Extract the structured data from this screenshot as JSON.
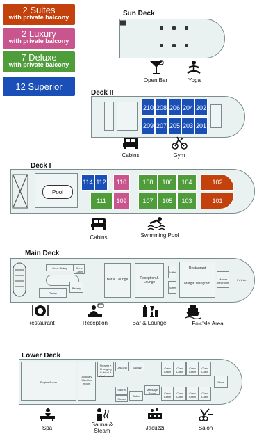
{
  "legend": [
    {
      "number": "2 Suites",
      "sub": "with private balcony",
      "color": "#c2410c"
    },
    {
      "number": "2 Luxury",
      "sub": "with private balcony",
      "color": "#c9558e"
    },
    {
      "number": "7 Deluxe",
      "sub": "with private balcony",
      "color": "#4e9d3a"
    },
    {
      "number": "12 Superior",
      "sub": "",
      "color": "#1a4fb8"
    }
  ],
  "decks": {
    "sun": {
      "title": "Sun Deck",
      "amenities": [
        "Open Bar",
        "Yoga"
      ]
    },
    "deck2": {
      "title": "Deck II",
      "cabins_top": [
        "210",
        "208",
        "206",
        "204",
        "202"
      ],
      "cabins_bottom": [
        "209",
        "207",
        "205",
        "203",
        "201"
      ],
      "amenities": [
        "Cabins",
        "Gym"
      ]
    },
    "deck1": {
      "title": "Deck I",
      "pool": "Pool",
      "cabins_top": [
        "114",
        "112",
        "110",
        "108",
        "106",
        "104",
        "102"
      ],
      "cabins_bottom": [
        "111",
        "109",
        "107",
        "105",
        "103",
        "101"
      ],
      "amenities": [
        "Cabins",
        "Swimming Pool"
      ]
    },
    "main": {
      "title": "Main Deck",
      "rooms": [
        "Crew Dining",
        "Crew Cabin",
        "Bar & Lounge",
        "Reception & Lounge",
        "Buffet",
        "Restaurant",
        "Buffet",
        "Master Bedroom",
        "Fo'c'sle",
        "Galley",
        "Bakery",
        "Margin Mangram"
      ],
      "amenities": [
        "Restaurant",
        "Reception",
        "Bar & Lounge",
        "Fo'c'sle Area"
      ]
    },
    "lower": {
      "title": "Lower Deck",
      "rooms": [
        "Engine Room",
        "Auxiliary Machine Room",
        "Shower + Changing Cubical + Washroom",
        "Jacuzzi",
        "Jacuzzi",
        "Sauna",
        "Steam",
        "Massage Room",
        "Salon",
        "Crew Cabin",
        "Crew Cabin",
        "Crew Cabin",
        "Crew Cabin",
        "Crew Cabin",
        "Crew Cabin",
        "Crew Cabin",
        "Crew Cabin",
        "Store"
      ],
      "amenities": [
        "Spa",
        "Sauna & Steam",
        "Jacuzzi",
        "Salon"
      ]
    }
  }
}
